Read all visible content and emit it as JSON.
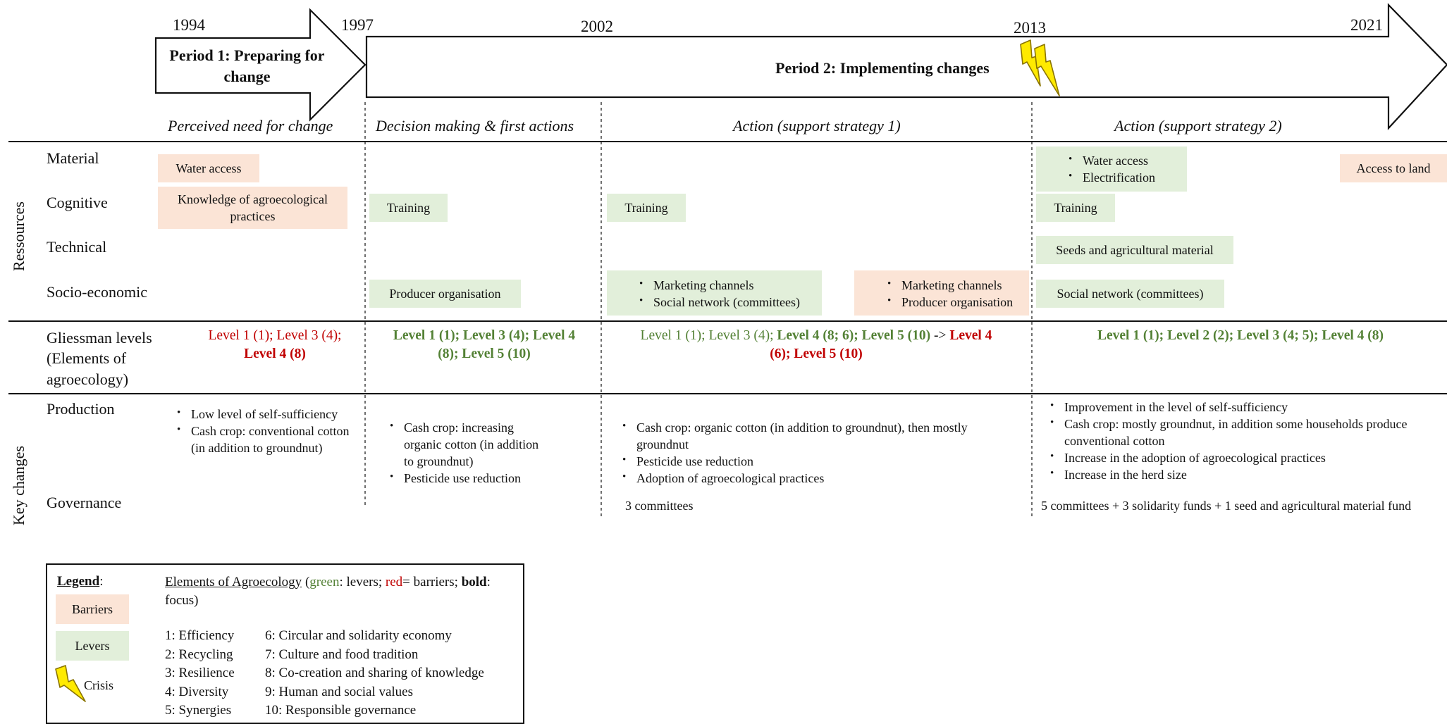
{
  "timeline": {
    "years": [
      "1994",
      "1997",
      "2002",
      "2013",
      "2021"
    ],
    "period1": "Period 1: Preparing for change",
    "period2": "Period 2: Implementing changes"
  },
  "phases": [
    "Perceived need for change",
    "Decision making & first actions",
    "Action (support strategy 1)",
    "Action (support strategy 2)"
  ],
  "sections": {
    "resources": "Ressources",
    "key_changes": "Key changes"
  },
  "row_labels": {
    "material": "Material",
    "cognitive": "Cognitive",
    "technical": "Technical",
    "socio_economic": "Socio-economic",
    "gliessman": "Gliessman levels (Elements of agroecology)",
    "production": "Production",
    "governance": "Governance"
  },
  "resources": {
    "p1_material": "Water access",
    "p1_cognitive": "Knowledge of agroecological practices",
    "p2_cognitive": "Training",
    "p2_socio": "Producer organisation",
    "p3_cognitive": "Training",
    "p3_socio_lever_1": "Marketing channels",
    "p3_socio_lever_2": "Social network (committees)",
    "p3_socio_barrier_1": "Marketing channels",
    "p3_socio_barrier_2": "Producer organisation",
    "p4_material_1": "Water access",
    "p4_material_2": "Electrification",
    "p4_material_barrier": "Access to land",
    "p4_cognitive": "Training",
    "p4_technical": "Seeds and agricultural material",
    "p4_socio": "Social network (committees)"
  },
  "levels": {
    "p1_a": "Level 1 (1); Level 3 (4);",
    "p1_b": "Level 4 (8)",
    "p2_a": "Level 1 (1); Level 3 (4); Level 4",
    "p2_b": "(8); Level 5 (10)",
    "p3_a1": "Level 1 (1); Level 3 (4);",
    "p3_a2": "Level 4 (8; 6); Level 5 (10)",
    "p3_a3": "->",
    "p3_a4": "Level 4",
    "p3_b": "(6); Level 5 (10)",
    "p4": "Level 1 (1); Level 2 (2); Level 3 (4; 5); Level 4 (8)"
  },
  "production": {
    "p1": [
      "Low level of self-sufficiency",
      "Cash crop: conventional cotton (in addition to groundnut)"
    ],
    "p2": [
      "Cash crop: increasing organic cotton (in addition to groundnut)",
      "Pesticide use reduction"
    ],
    "p3": [
      "Cash crop: organic cotton (in addition to groundnut), then mostly groundnut",
      "Pesticide use reduction",
      "Adoption of agroecological practices"
    ],
    "p4": [
      "Improvement in the level of self-sufficiency",
      "Cash crop: mostly groundnut, in addition some households produce conventional cotton",
      "Increase in the adoption of agroecological practices",
      "Increase in the herd size"
    ]
  },
  "governance": {
    "p3": "3 committees",
    "p4": "5 committees + 3 solidarity funds + 1 seed and agricultural material fund"
  },
  "legend": {
    "title": "Legend",
    "colon": ":",
    "barriers": "Barriers",
    "levers": "Levers",
    "crisis": "Crisis",
    "elements_title": "Elements of Agroecology",
    "elements_open": " (",
    "green_word": "green",
    "levers_txt": ": levers; ",
    "red_word": "red",
    "barriers_txt": "= barriers;",
    "bold_word": "bold",
    "focus_txt": ": focus)",
    "elements_left": [
      "1:  Efficiency",
      "2: Recycling",
      "3: Resilience",
      "4: Diversity",
      "5: Synergies"
    ],
    "elements_right": [
      "6: Circular and solidarity economy",
      "7: Culture and food tradition",
      "8: Co-creation and sharing of knowledge",
      "9: Human and social values",
      "10: Responsible governance"
    ]
  },
  "colors": {
    "barrier": "#fbe4d6",
    "lever": "#e2efda",
    "green_text": "#538135",
    "red_text": "#c00000",
    "crisis": "#ffea00"
  },
  "icons": [
    "crisis-lightning-icon"
  ]
}
